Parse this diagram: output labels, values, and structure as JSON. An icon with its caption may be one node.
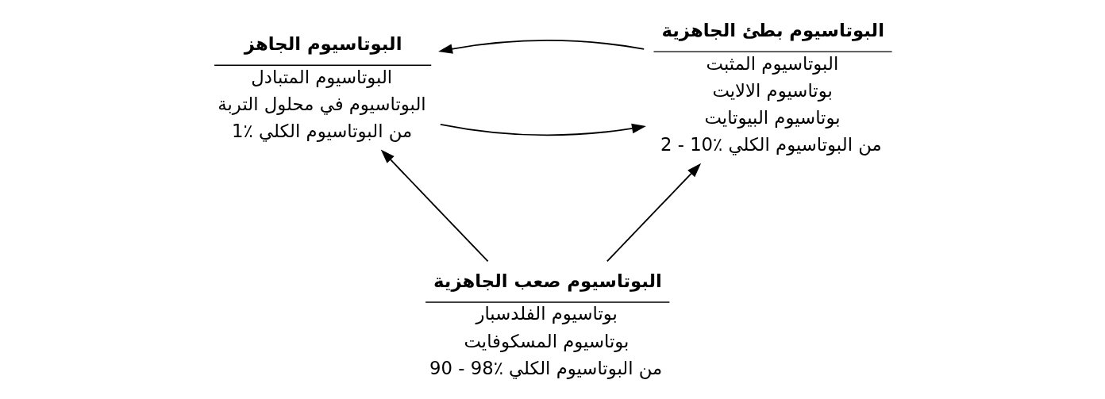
{
  "diagram": {
    "nodes": [
      {
        "text": [
          "البوتاسيوم بطئ الجاهزية",
          "البوتاسيوم المثبت",
          "بوتاسيوم الالايت",
          "بوتاسيوم البيوتايت",
          "2 - 10٪ من البوتاسيوم الكلي"
        ]
      },
      {
        "text": [
          "البوتاسيوم الجاهز",
          "البوتاسيوم المتبادل",
          "البوتاسيوم في محلول التربة",
          "1٪ من البوتاسيوم الكلي"
        ]
      },
      {
        "text": [
          "البوتاسيوم صعب الجاهزية",
          "بوتاسيوم الفلدسبار",
          "بوتاسيوم المسكوفايت",
          "90 - 98٪ من البوتاسيوم الكلي"
        ]
      }
    ],
    "edges": [
      {
        "from": 0,
        "to": 1,
        "arrow": "to"
      },
      {
        "from": 1,
        "to": 0,
        "arrow": "to"
      },
      {
        "from": 2,
        "to": 1,
        "arrow": "to"
      },
      {
        "from": 2,
        "to": 0,
        "arrow": "to"
      }
    ]
  }
}
